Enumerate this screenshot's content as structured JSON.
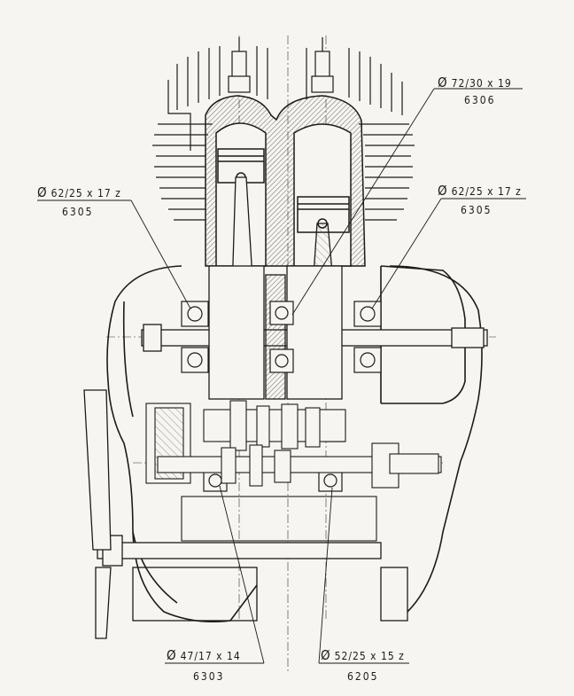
{
  "callouts": {
    "top_right": {
      "spec": "72/30 x 19",
      "code": "6306"
    },
    "left": {
      "spec": "62/25 x 17 z",
      "code": "6305"
    },
    "right": {
      "spec": "62/25 x 17 z",
      "code": "6305"
    },
    "bottom_left": {
      "spec": "47/17 x 14",
      "code": "6303"
    },
    "bottom_right": {
      "spec": "52/25 x 15 z",
      "code": "6205"
    }
  },
  "symbols": {
    "diameter": "Ø"
  },
  "colors": {
    "ink": "#1b1b1b",
    "paper": "#f6f5f1",
    "hatch": "#555555"
  }
}
